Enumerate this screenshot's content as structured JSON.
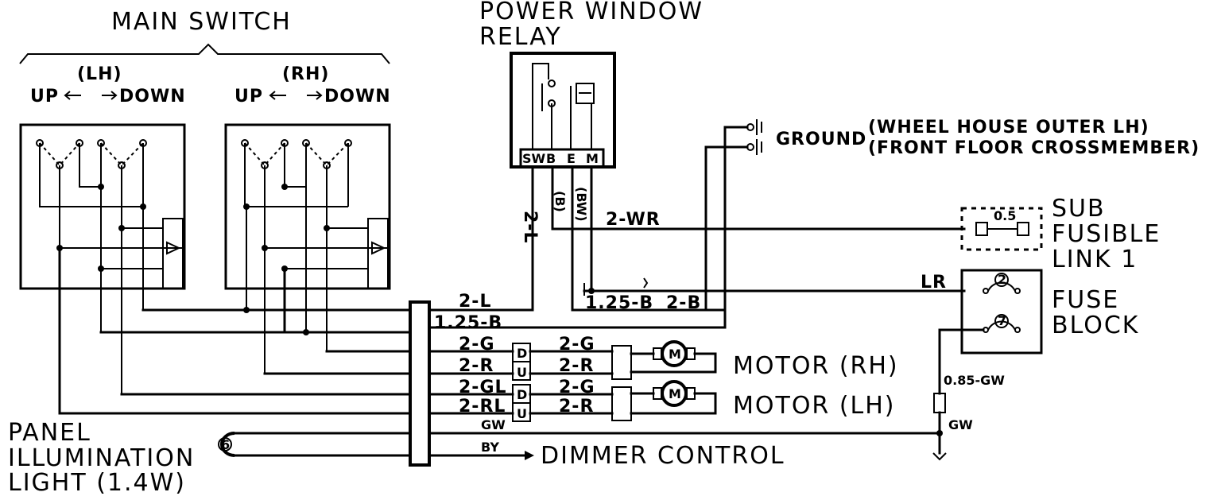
{
  "titles": {
    "main_switch": "MAIN SWITCH",
    "lh": "(LH)",
    "rh": "(RH)",
    "up": "UP",
    "down": "DOWN",
    "relay_1": "POWER WINDOW",
    "relay_2": "RELAY"
  },
  "relay_terminals": {
    "sw": "SW",
    "b": "B",
    "e": "E",
    "m": "M"
  },
  "ground": {
    "label": "GROUND",
    "loc1": "(WHEEL HOUSE OUTER LH)",
    "loc2": "(FRONT FLOOR CROSSMEMBER)"
  },
  "fusible": {
    "line1": "SUB",
    "line2": "FUSIBLE",
    "line3": "LINK 1",
    "value": "0.5"
  },
  "fuse_block": {
    "line1": "FUSE",
    "line2": "BLOCK",
    "fuse_a": "2",
    "fuse_b": "7"
  },
  "wires": {
    "w_2L_vert": "2-L",
    "w_B": "(B)",
    "w_BW": "(BW)",
    "w_2WR": "2-WR",
    "w_2L": "2-L",
    "w_125B_left": "1.25-B",
    "w_125B_relay": "1.25-B",
    "w_2B": "2-B",
    "w_LR": "LR",
    "w_2G_a": "2-G",
    "w_2R_a": "2-R",
    "w_2GL": "2-GL",
    "w_2RL": "2-RL",
    "w_2G_b": "2-G",
    "w_2R_b": "2-R",
    "w_2G_c": "2-G",
    "w_2R_c": "2-R",
    "w_GW": "GW",
    "w_BY": "BY",
    "w_085GW": "0.85-GW",
    "w_GW_right": "GW"
  },
  "motors": {
    "rh": "MOTOR (RH)",
    "lh": "MOTOR (LH)",
    "symbol": "M"
  },
  "dimmer": "DIMMER CONTROL",
  "panel": {
    "line1": "PANEL",
    "line2": "ILLUMINATION",
    "line3": "LIGHT (1.4W)",
    "symbol": "6"
  },
  "connector": {
    "d": "D",
    "u": "U"
  }
}
